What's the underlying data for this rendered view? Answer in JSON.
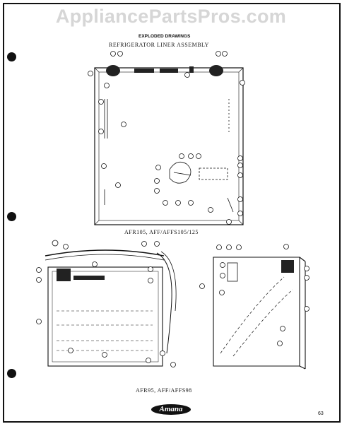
{
  "watermark": "AppliancePartsPros.com",
  "header": {
    "section": "EXPLODED DRAWINGS",
    "title": "REFRIGERATOR LINER ASSEMBLY"
  },
  "captions": {
    "top_drawing": "AFR105, AFF/AFFS105/125",
    "bottom_drawing": "AFR95, AFF/AFFS98"
  },
  "brand_logo": "Amana",
  "page_number": "63"
}
